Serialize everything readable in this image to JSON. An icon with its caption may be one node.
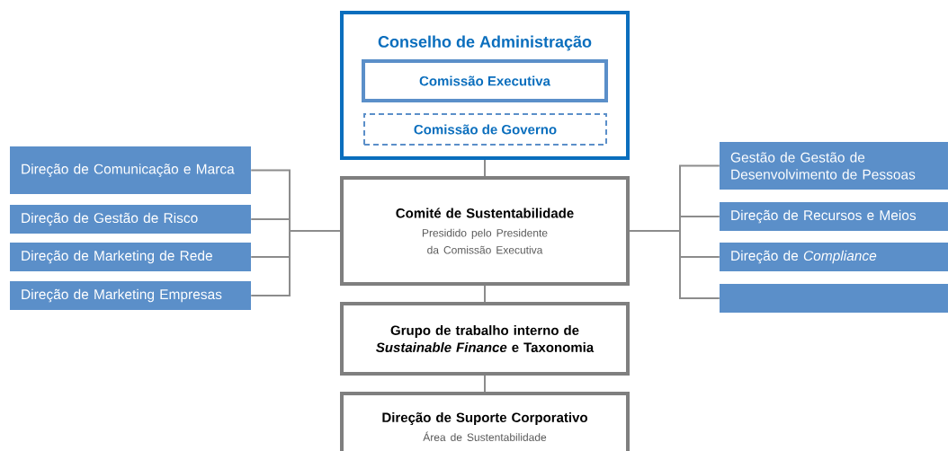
{
  "diagram": {
    "nodes": [
      {
        "text": [
          "Conselho de Administração"
        ]
      },
      {
        "text": [
          "Comissão Executiva"
        ],
        "in": 0
      },
      {
        "text": [
          "Comissão de Governo"
        ],
        "in": 0
      },
      {
        "text": [
          "Comité de Sustentabilidade",
          "Presidido pelo Presidente da Comissão Executiva"
        ]
      },
      {
        "text": [
          "Direção de Comunicação e Marca"
        ]
      },
      {
        "text": [
          "Direção de Gestão de Risco"
        ]
      },
      {
        "text": [
          "Direção de Marketing de Rede"
        ]
      },
      {
        "text": [
          "Direção de Marketing Empresas"
        ]
      },
      {
        "text": [
          "Gestão de Gestão de Desenvolvimento de Pessoas"
        ]
      },
      {
        "text": [
          "Direção de Recursos e Meios"
        ]
      },
      {
        "text": [
          "Direção de *Compliance*"
        ]
      },
      {
        "text": [],
        "shape": "box"
      },
      {
        "text": [
          "Grupo de trabalho interno de *Sustainable Finance* e Taxonomia"
        ]
      },
      {
        "text": [
          "Direção de Suporte Corporativo",
          "Área de Sustentabilidade"
        ]
      }
    ],
    "edges": [
      {
        "from": 0,
        "to": 3,
        "arrow": "none"
      },
      {
        "from": 3,
        "to": 4,
        "arrow": "none"
      },
      {
        "from": 3,
        "to": 5,
        "arrow": "none"
      },
      {
        "from": 3,
        "to": 6,
        "arrow": "none"
      },
      {
        "from": 3,
        "to": 7,
        "arrow": "none"
      },
      {
        "from": 3,
        "to": 8,
        "arrow": "none"
      },
      {
        "from": 3,
        "to": 9,
        "arrow": "none"
      },
      {
        "from": 3,
        "to": 10,
        "arrow": "none"
      },
      {
        "from": 3,
        "to": 11,
        "arrow": "none"
      },
      {
        "from": 3,
        "to": 12,
        "arrow": "none"
      },
      {
        "from": 12,
        "to": 13,
        "arrow": "none"
      }
    ]
  }
}
